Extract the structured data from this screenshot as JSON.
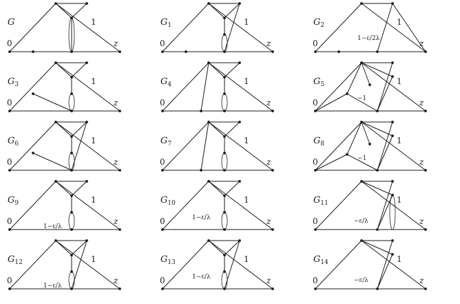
{
  "terminals": {
    "left": "0",
    "top": "1",
    "right": "z"
  },
  "panels": [
    {
      "base": "G",
      "sub": "",
      "variant": "G"
    },
    {
      "base": "G",
      "sub": "1",
      "variant": "G1"
    },
    {
      "base": "G",
      "sub": "2",
      "variant": "G2",
      "weight": "1−ε/2λ"
    },
    {
      "base": "G",
      "sub": "3",
      "variant": "G3"
    },
    {
      "base": "G",
      "sub": "4",
      "variant": "G4"
    },
    {
      "base": "G",
      "sub": "5",
      "variant": "G5",
      "weight": "−1"
    },
    {
      "base": "G",
      "sub": "6",
      "variant": "G6"
    },
    {
      "base": "G",
      "sub": "7",
      "variant": "G7"
    },
    {
      "base": "G",
      "sub": "8",
      "variant": "G8",
      "weight": "−1"
    },
    {
      "base": "G",
      "sub": "9",
      "variant": "G9",
      "weight": "1−ε/λ"
    },
    {
      "base": "G",
      "sub": "10",
      "variant": "G10",
      "weight": "1−ε/λ"
    },
    {
      "base": "G",
      "sub": "11",
      "variant": "G11",
      "weight": "−ε/λ"
    },
    {
      "base": "G",
      "sub": "12",
      "variant": "G12",
      "weight": "1−ε/λ"
    },
    {
      "base": "G",
      "sub": "13",
      "variant": "G13",
      "weight": "1−ε/λ"
    },
    {
      "base": "G",
      "sub": "14",
      "variant": "G14",
      "weight": "−ε/λ"
    }
  ]
}
